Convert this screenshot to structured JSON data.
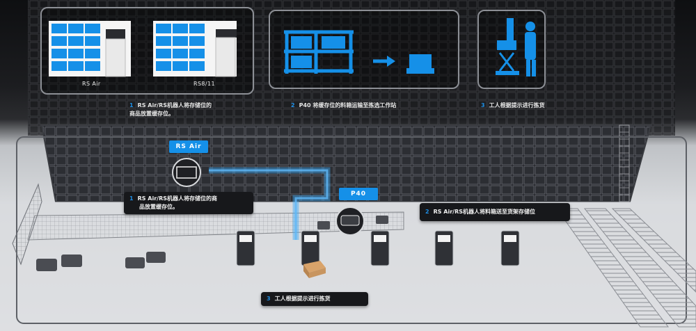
{
  "legend": {
    "panel1": {
      "caption_left": "RS Air",
      "caption_right": "RS8/11"
    },
    "steps": [
      {
        "num": "1",
        "text_line1": "RS Air/RS机器人将存储位的",
        "text_line2": "商品放置缓存位。"
      },
      {
        "num": "2",
        "text_line1": "P40 将缓存位的料箱运输至拣选工作站"
      },
      {
        "num": "3",
        "text_line1": "工人根据提示进行拣货"
      }
    ]
  },
  "scene": {
    "tag_rs_air": "RS Air",
    "tag_p40": "P40",
    "callout1": {
      "num": "1",
      "line1": "RS Air/RS机器人将存储位的商",
      "line2": "品放置缓存位。"
    },
    "callout2": {
      "num": "2",
      "text": "RS Air/RS机器人将料箱送至货架存储位"
    },
    "callout3": {
      "num": "3",
      "text": "工人根据提示进行拣货"
    }
  },
  "colors": {
    "accent": "#1590e8",
    "dark": "#17181b"
  }
}
